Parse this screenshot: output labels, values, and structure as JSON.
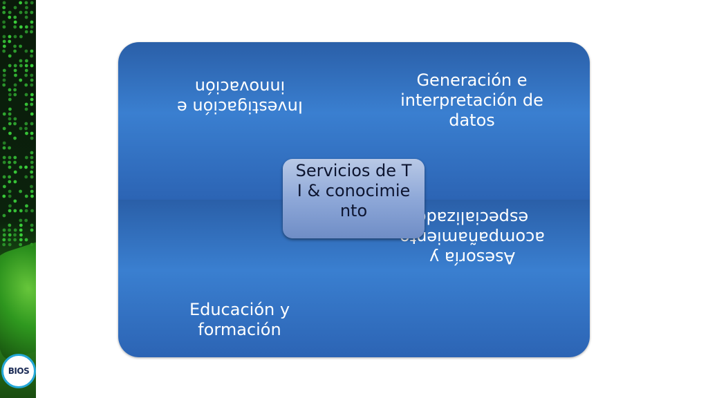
{
  "diagram": {
    "center": "Servicios de TI & conocimiento",
    "quadrants": {
      "top_left": "Investigación e innovación",
      "top_right": "Generación e interpretación de datos",
      "bottom_left": "Educación y formación",
      "bottom_right": "Asesoría y acompañamiento especializado"
    }
  },
  "logo": {
    "text": "BIOS"
  },
  "colors": {
    "panel_blue": "#3a7fd0",
    "center_node": "#8ea8d8",
    "strip_dark": "#0a1a0a",
    "dots_green": "#3bd13b",
    "logo_ring": "#25a8d8"
  }
}
